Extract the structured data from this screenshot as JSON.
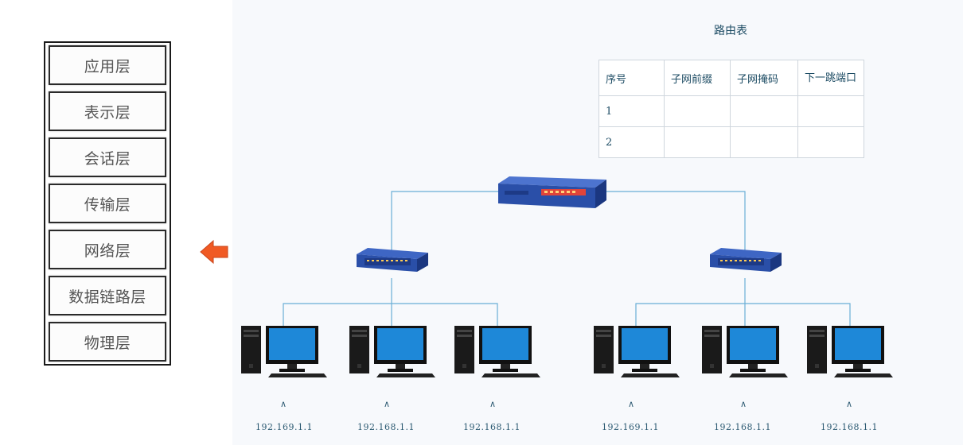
{
  "osi_layers": [
    "应用层",
    "表示层",
    "会话层",
    "传输层",
    "网络层",
    "数据链路层",
    "物理层"
  ],
  "highlight_arrow": {
    "color": "#f05a24",
    "points_to": "网络层"
  },
  "routing_table": {
    "title": "路由表",
    "headers": [
      "序号",
      "子网前缀",
      "子网掩码",
      "下一跳端口"
    ],
    "rows": [
      [
        "1",
        "",
        "",
        ""
      ],
      [
        "2",
        "",
        "",
        ""
      ]
    ]
  },
  "devices": {
    "router": "router-icon",
    "switches": [
      "switch-icon",
      "switch-icon"
    ],
    "computers": [
      "computer-icon",
      "computer-icon",
      "computer-icon",
      "computer-icon",
      "computer-icon",
      "computer-icon"
    ]
  },
  "computer_markers": [
    "∧",
    "∧",
    "∧",
    "∧",
    "∧",
    "∧"
  ],
  "ip_labels": [
    "192.169.1.1",
    "192.168.1.1",
    "192.168.1.1",
    "192.169.1.1",
    "192.168.1.1",
    "192.168.1.1"
  ],
  "colors": {
    "link_line": "#6aaed6",
    "device_blue": "#2a4fa8",
    "router_panel_accent": "#e0443a",
    "monitor_screen": "#1e88d8",
    "tower": "#1a1a1a",
    "text": "#1c4b63"
  }
}
